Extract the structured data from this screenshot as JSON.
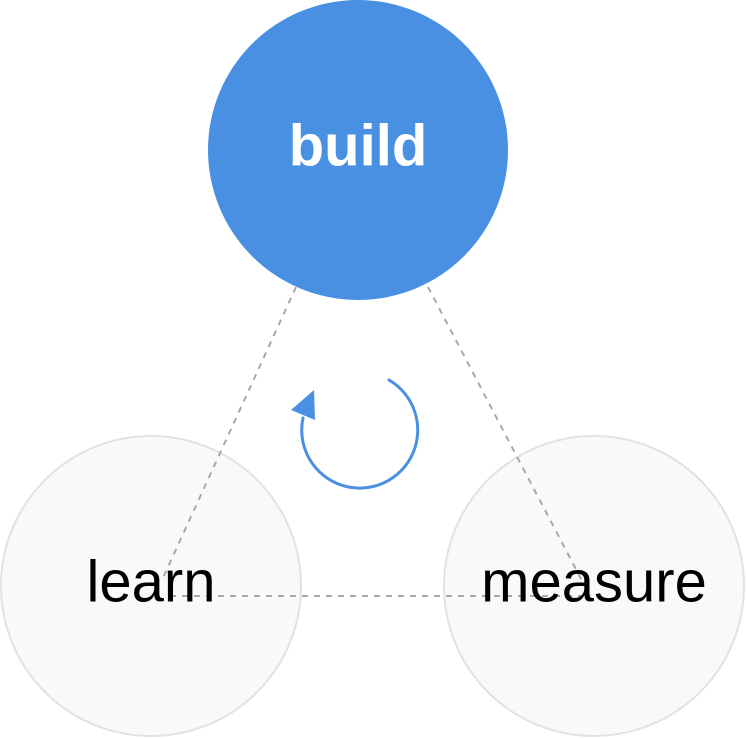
{
  "diagram": {
    "nodes": [
      {
        "key": "build",
        "label": "build",
        "color": "#4a90e2",
        "text_color": "#ffffff"
      },
      {
        "key": "learn",
        "label": "learn",
        "color": "#f9f9f9",
        "text_color": "#000000"
      },
      {
        "key": "measure",
        "label": "measure",
        "color": "#f9f9f9",
        "text_color": "#000000"
      }
    ],
    "node_border_color": "#e2e2e2",
    "connector_color": "#a8a8a8",
    "cycle_arrow": {
      "icon": "cycle-arrow-icon",
      "color": "#4a90e2",
      "direction": "counterclockwise"
    }
  }
}
